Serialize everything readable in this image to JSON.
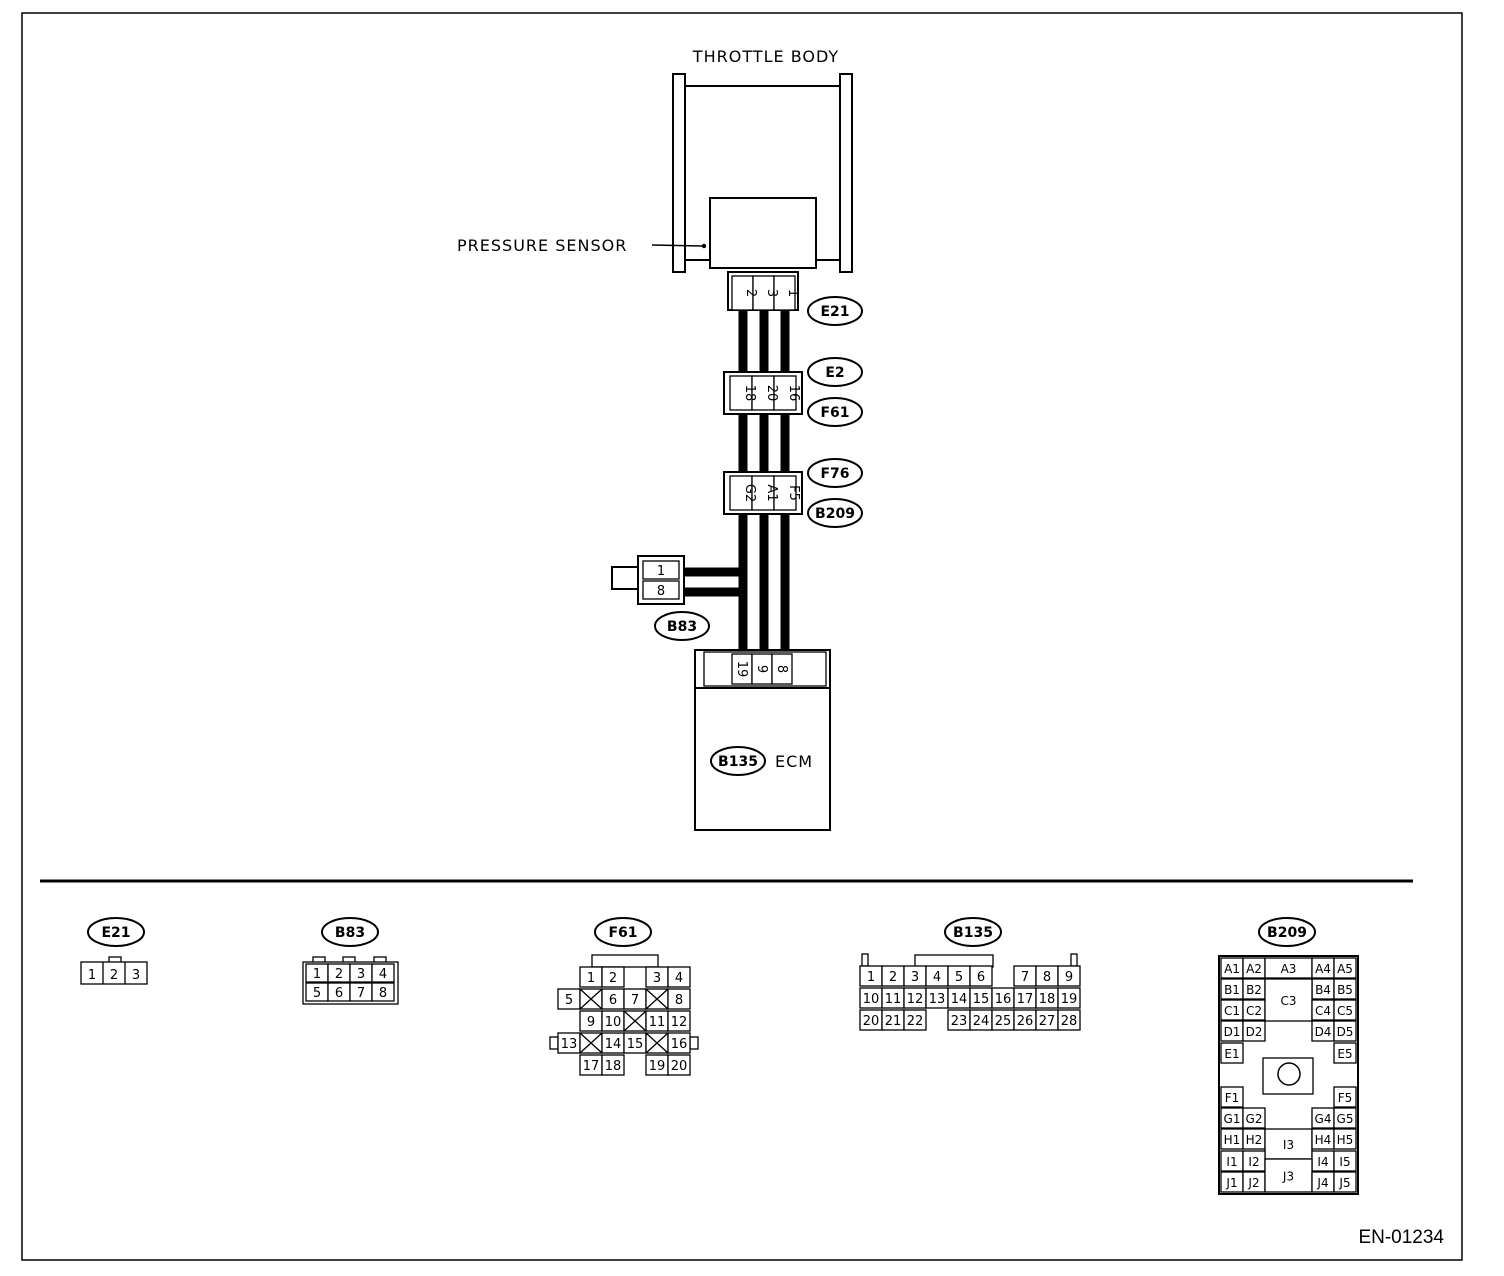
{
  "labels": {
    "throttle_body": "THROTTLE BODY",
    "pressure_sensor": "PRESSURE SENSOR",
    "ecm": "ECM",
    "figure_code": "EN-01234"
  },
  "tags": {
    "e21": "E21",
    "e2": "E2",
    "f61": "F61",
    "f76": "F76",
    "b209": "B209",
    "b83": "B83",
    "b135": "B135"
  },
  "wiring": {
    "sensor_pins": [
      "2",
      "3",
      "1"
    ],
    "e2_pins": [
      "18",
      "20",
      "16"
    ],
    "f76_pins": [
      "G2",
      "A1",
      "F5"
    ],
    "b83_pins": [
      "1",
      "8"
    ],
    "ecm_pins": [
      "19",
      "9",
      "8"
    ]
  },
  "connector_views": {
    "e21": [
      "1",
      "2",
      "3"
    ],
    "b83": {
      "top": [
        "1",
        "2",
        "3",
        "4"
      ],
      "bottom": [
        "5",
        "6",
        "7",
        "8"
      ]
    },
    "f61": {
      "r1": [
        "1",
        "2",
        "3",
        "4"
      ],
      "r2": [
        "5",
        "6",
        "7",
        "8"
      ],
      "r3": [
        "9",
        "10",
        "11",
        "12"
      ],
      "r4": [
        "13",
        "14",
        "15",
        "16"
      ],
      "r5": [
        "17",
        "18",
        "19",
        "20"
      ]
    },
    "b135": {
      "r1a": [
        "1",
        "2",
        "3",
        "4",
        "5",
        "6"
      ],
      "r1b": [
        "7",
        "8",
        "9"
      ],
      "r2": [
        "10",
        "11",
        "12",
        "13",
        "14",
        "15",
        "16",
        "17",
        "18",
        "19"
      ],
      "r3a": [
        "20",
        "21",
        "22"
      ],
      "r3b": [
        "23",
        "24",
        "25",
        "26",
        "27",
        "28"
      ]
    },
    "b209": {
      "a": [
        "A1",
        "A2",
        "A3",
        "A4",
        "A5"
      ],
      "b": [
        "B1",
        "B2",
        "B4",
        "B5"
      ],
      "c": [
        "C1",
        "C2",
        "C3",
        "C4",
        "C5"
      ],
      "d": [
        "D1",
        "D2",
        "D4",
        "D5"
      ],
      "e": [
        "E1",
        "E5"
      ],
      "f": [
        "F1",
        "F5"
      ],
      "g": [
        "G1",
        "G2",
        "G4",
        "G5"
      ],
      "h": [
        "H1",
        "H2",
        "H4",
        "H5"
      ],
      "i": [
        "I1",
        "I2",
        "I3",
        "I4",
        "I5"
      ],
      "j": [
        "J1",
        "J2",
        "J3",
        "J4",
        "J5"
      ]
    }
  }
}
